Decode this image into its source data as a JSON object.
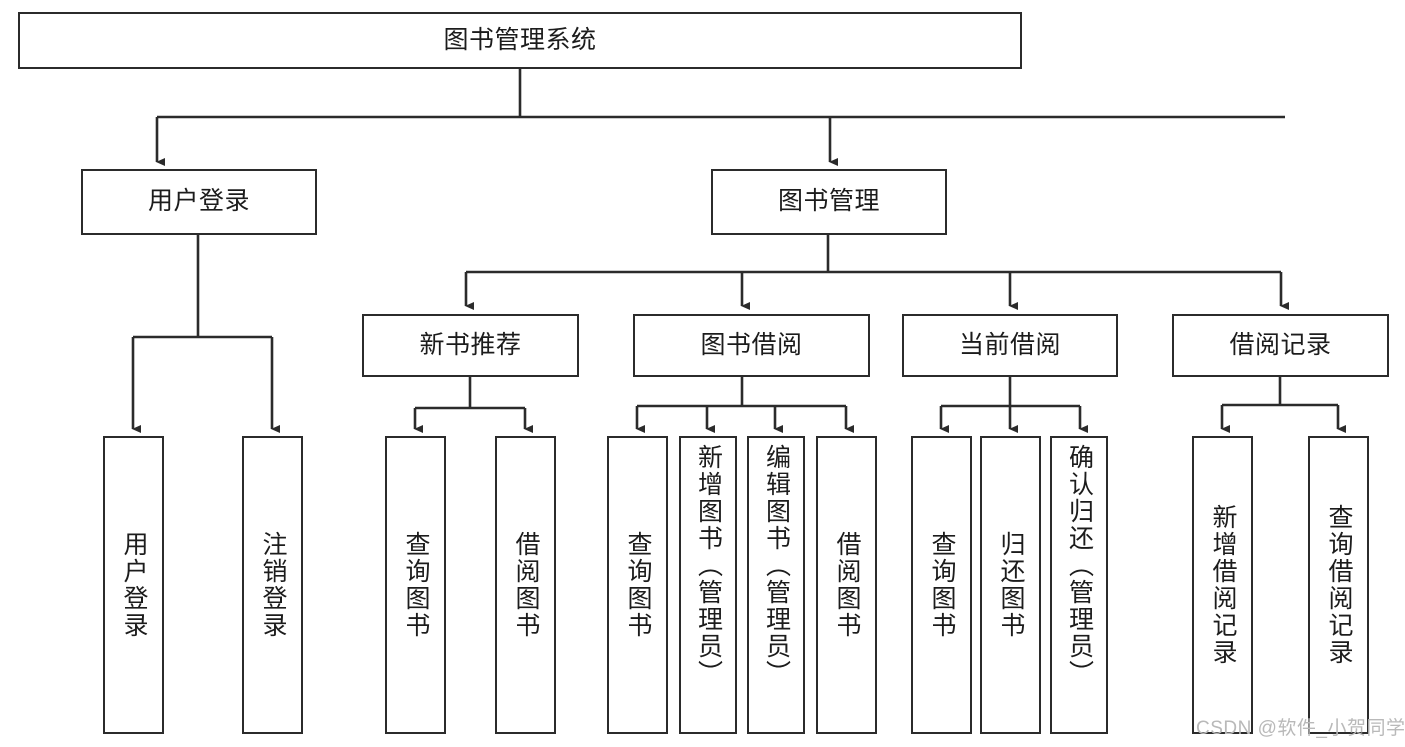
{
  "diagram": {
    "title": "图书管理系统",
    "type": "tree-hierarchy-chart",
    "line_color": "#2b2b2b",
    "box_fill": "#ffffff",
    "text_color": "#1c1c1c",
    "watermark": "CSDN @软件_小贺同学"
  },
  "nodes": {
    "root": {
      "label": "图书管理系统"
    },
    "level2": [
      {
        "label": "用户登录"
      },
      {
        "label": "图书管理"
      }
    ],
    "level3": [
      {
        "label": "新书推荐"
      },
      {
        "label": "图书借阅"
      },
      {
        "label": "当前借阅"
      },
      {
        "label": "借阅记录"
      }
    ],
    "leaves": {
      "user_login": [
        {
          "label": "用户登录"
        },
        {
          "label": "注销登录"
        }
      ],
      "new_book_recommend": [
        {
          "label": "查询图书"
        },
        {
          "label": "借阅图书"
        }
      ],
      "book_borrow": [
        {
          "label": "查询图书"
        },
        {
          "label": "新增图书（管理员）"
        },
        {
          "label": "编辑图书（管理员）"
        },
        {
          "label": "借阅图书"
        }
      ],
      "current_borrow": [
        {
          "label": "查询图书"
        },
        {
          "label": "归还图书"
        },
        {
          "label": "确认归还（管理员）"
        }
      ],
      "borrow_record": [
        {
          "label": "新增借阅记录"
        },
        {
          "label": "查询借阅记录"
        }
      ]
    }
  }
}
